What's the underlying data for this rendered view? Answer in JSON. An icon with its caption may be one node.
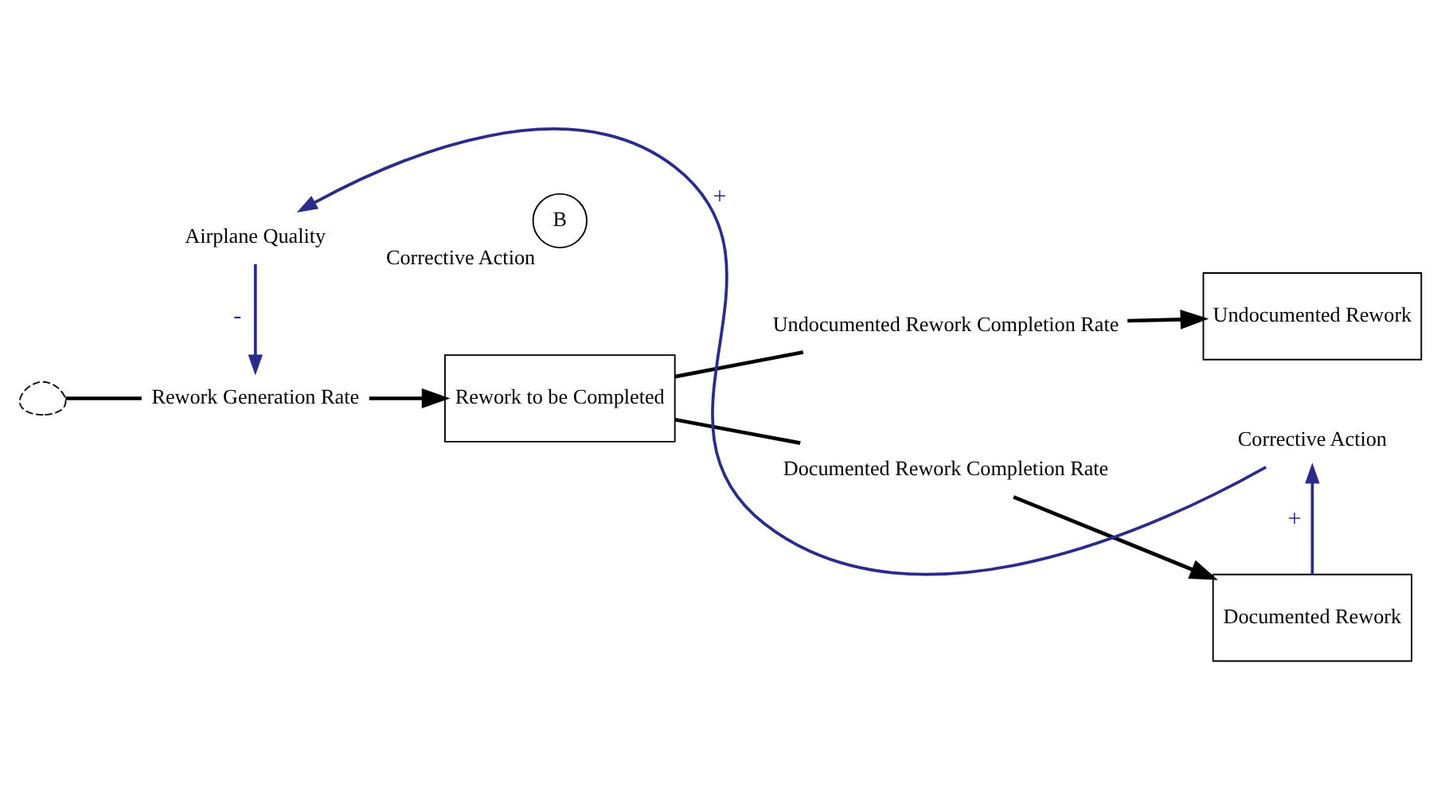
{
  "diagram": {
    "nodes": [
      {
        "text": [],
        "shape": "cloud"
      },
      {
        "text": [
          "Rework Generation Rate"
        ]
      },
      {
        "text": [
          "Rework to be Completed"
        ]
      },
      {
        "text": [
          "Documented Rework Completion Rate"
        ]
      },
      {
        "text": [
          "Documented Rework"
        ]
      },
      {
        "text": [
          "Undocumented Rework Completion Rate"
        ]
      },
      {
        "text": [
          "Undocumented Rework"
        ]
      },
      {
        "text": [
          "Corrective Action"
        ]
      },
      {
        "text": [
          "Airplane Quality"
        ]
      },
      {
        "text": [
          "B"
        ],
        "beside": [
          "Corrective Action"
        ]
      }
    ],
    "edges": [
      {
        "from": 0,
        "to": 1,
        "arrow": "none"
      },
      {
        "from": 1,
        "to": 2,
        "arrow": "to"
      },
      {
        "from": 2,
        "to": 3,
        "arrow": "none"
      },
      {
        "from": 3,
        "to": 4,
        "arrow": "to"
      },
      {
        "from": 2,
        "to": 5,
        "arrow": "none"
      },
      {
        "from": 5,
        "to": 6,
        "arrow": "to"
      },
      {
        "from": 4,
        "to": 7,
        "arrow": "to",
        "label": "+",
        "color": "#2b2b8c"
      },
      {
        "from": 7,
        "to": 8,
        "arrow": "to",
        "label": "+",
        "color": "#2b2b8c"
      },
      {
        "from": 8,
        "to": 1,
        "arrow": "to",
        "label": "-",
        "color": "#2b2b8c"
      }
    ]
  }
}
